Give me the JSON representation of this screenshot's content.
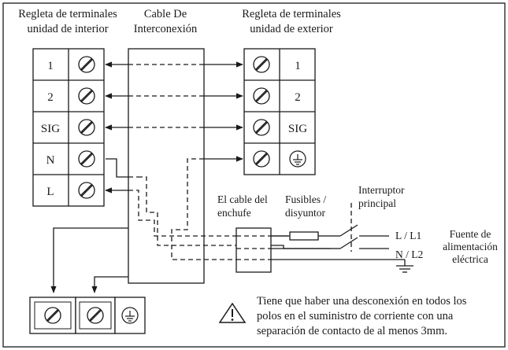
{
  "indoor_header": [
    "Regleta de terminales",
    "unidad de interior"
  ],
  "cable_header": [
    "Cable De",
    "Interconexión"
  ],
  "outdoor_header": [
    "Regleta de terminales",
    "unidad de exterior"
  ],
  "indoor_terminals": [
    "1",
    "2",
    "SIG",
    "N",
    "L"
  ],
  "outdoor_terminals": [
    "1",
    "2",
    "SIG"
  ],
  "plug_cable_label": [
    "El cable del",
    "enchufe"
  ],
  "fuse_label": [
    "Fusibles /",
    "disyuntor"
  ],
  "switch_label": [
    "Interruptor",
    "principal"
  ],
  "line_labels": {
    "l": "L / L1",
    "n": "N / L2"
  },
  "supply_label": [
    "Fuente de",
    "alimentación",
    "eléctrica"
  ],
  "warning_lines": [
    "Tiene que haber una desconexión en todos los",
    "polos en el suministro de corriente  con una",
    "separación de contacto de al menos 3mm."
  ],
  "icons": {
    "screw": "screw-terminal-icon",
    "ground": "ground-icon",
    "warning": "warning-triangle-icon"
  }
}
